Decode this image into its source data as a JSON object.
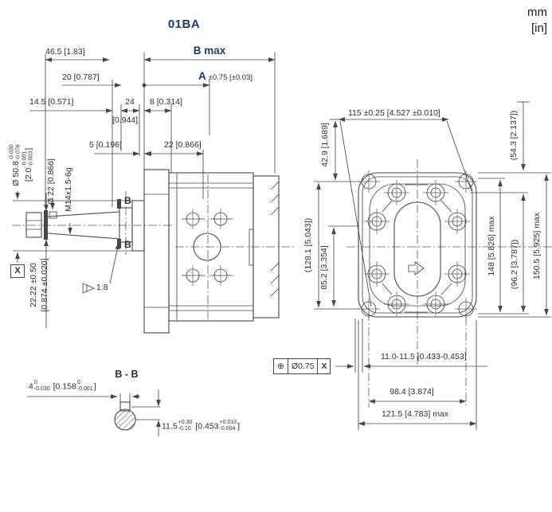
{
  "meta": {
    "drawing_type": "hydraulic gear pump dimensional drawing"
  },
  "colors": {
    "accent_blue": "#1c3a6e",
    "line": "#474747",
    "background": "#ffffff"
  },
  "units": {
    "metric": "mm",
    "imperial": "[in]"
  },
  "title": "01BA",
  "side_view": {
    "dims": {
      "d46_5": "46.5 [1.83]",
      "b_max": "B max",
      "d20": "20 [0.787]",
      "a_letter": "A",
      "a_tol": "±0.75 [±0.03]",
      "d14_5": "14.5 [0.571]",
      "d24": "24",
      "d24_in": "[0.944]",
      "d8": "8 [0.314]",
      "d5": "5 [0.196]",
      "d22": "22 [0.866]",
      "dia50_8": {
        "main": "Ø 50.8",
        "tol_top": "-0.030",
        "tol_bot": "-0.076",
        "inch": "[2.0",
        "inch_tol_top": "-0.001",
        "inch_tol_bot": "-0.003",
        "inch_close": "]"
      },
      "dia22": "Ø 22 [0.866]",
      "thread": "M14x1.5-6g",
      "d22_22": "22.22 ±0.50",
      "d22_22_in": "[0.874 ±0.020]",
      "datum": "X",
      "taper": "1:8",
      "section_marker": "B"
    }
  },
  "section_view": {
    "title": "B - B",
    "d4": {
      "main": "4",
      "tol_top": "0",
      "tol_bot": "-0.030",
      "inch": "[0.158",
      "inch_tol_top": "0",
      "inch_tol_bot": "-0.001",
      "inch_close": "]"
    },
    "d11_5": {
      "main": "11.5",
      "tol_top": "+0.30",
      "tol_bot": "-0.10",
      "inch": "[0.453",
      "inch_tol_top": "+0.010",
      "inch_tol_bot": "-0.004",
      "inch_close": "]"
    }
  },
  "rear_view": {
    "dims": {
      "d115": "115 ±0.25 [4.527 ±0.010]",
      "d42_9": "42.9 [1.689]",
      "d54_3": "(54.3 [2.137])",
      "d128_1": "(128.1 [5.043])",
      "d85_2": "85.2 [3.354]",
      "d148": "148 [5.826] max",
      "d96_2": "(96.2 [3.787])",
      "d150_5": "150.5 [5.925] max",
      "d11_0": "11.0-11.5 [0.433-0.453]",
      "d98_4": "98.4 [3.874]",
      "d121_5": "121.5 [4.783] max"
    },
    "fcf": {
      "symbol": "⊕",
      "tolerance": "Ø0.75",
      "datum": "X"
    }
  }
}
